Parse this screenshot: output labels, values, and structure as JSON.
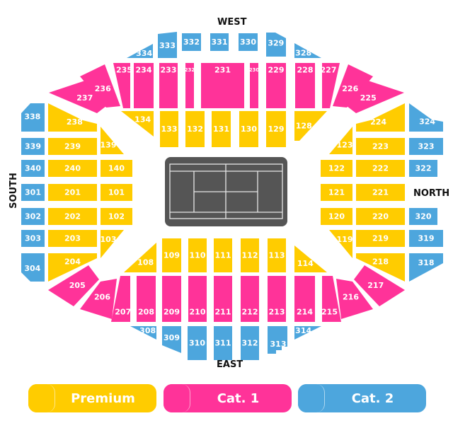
{
  "directions": {
    "west": "WEST",
    "south": "SOUTH",
    "north": "NORTH",
    "east": "EAST"
  },
  "tiers": {
    "premium": {
      "label": "Premium",
      "color": "#FFCC00"
    },
    "cat1": {
      "label": "Cat. 1",
      "color": "#FF3399"
    },
    "cat2": {
      "label": "Cat. 2",
      "color": "#4DA6DD"
    }
  },
  "court_color": "#555555",
  "sections": [
    {
      "id": "334",
      "tier": "cat2"
    },
    {
      "id": "333",
      "tier": "cat2"
    },
    {
      "id": "332",
      "tier": "cat2"
    },
    {
      "id": "331",
      "tier": "cat2"
    },
    {
      "id": "330",
      "tier": "cat2"
    },
    {
      "id": "329",
      "tier": "cat2"
    },
    {
      "id": "328",
      "tier": "cat2"
    },
    {
      "id": "235",
      "tier": "cat1"
    },
    {
      "id": "234",
      "tier": "cat1"
    },
    {
      "id": "233",
      "tier": "cat1"
    },
    {
      "id": "232",
      "tier": "cat1"
    },
    {
      "id": "231",
      "tier": "cat1"
    },
    {
      "id": "230",
      "tier": "cat1"
    },
    {
      "id": "229",
      "tier": "cat1"
    },
    {
      "id": "228",
      "tier": "cat1"
    },
    {
      "id": "227",
      "tier": "cat1"
    },
    {
      "id": "237",
      "tier": "cat1"
    },
    {
      "id": "236",
      "tier": "cat1"
    },
    {
      "id": "226",
      "tier": "cat1"
    },
    {
      "id": "225",
      "tier": "cat1"
    },
    {
      "id": "134",
      "tier": "premium"
    },
    {
      "id": "133",
      "tier": "premium"
    },
    {
      "id": "132",
      "tier": "premium"
    },
    {
      "id": "131",
      "tier": "premium"
    },
    {
      "id": "130",
      "tier": "premium"
    },
    {
      "id": "129",
      "tier": "premium"
    },
    {
      "id": "128",
      "tier": "premium"
    },
    {
      "id": "338",
      "tier": "cat2"
    },
    {
      "id": "339",
      "tier": "cat2"
    },
    {
      "id": "340",
      "tier": "cat2"
    },
    {
      "id": "301",
      "tier": "cat2"
    },
    {
      "id": "302",
      "tier": "cat2"
    },
    {
      "id": "303",
      "tier": "cat2"
    },
    {
      "id": "304",
      "tier": "cat2"
    },
    {
      "id": "238",
      "tier": "premium"
    },
    {
      "id": "239",
      "tier": "premium"
    },
    {
      "id": "240",
      "tier": "premium"
    },
    {
      "id": "201",
      "tier": "premium"
    },
    {
      "id": "202",
      "tier": "premium"
    },
    {
      "id": "203",
      "tier": "premium"
    },
    {
      "id": "204",
      "tier": "premium"
    },
    {
      "id": "139",
      "tier": "premium"
    },
    {
      "id": "140",
      "tier": "premium"
    },
    {
      "id": "101",
      "tier": "premium"
    },
    {
      "id": "102",
      "tier": "premium"
    },
    {
      "id": "103",
      "tier": "premium"
    },
    {
      "id": "123",
      "tier": "premium"
    },
    {
      "id": "122",
      "tier": "premium"
    },
    {
      "id": "121",
      "tier": "premium"
    },
    {
      "id": "120",
      "tier": "premium"
    },
    {
      "id": "119",
      "tier": "premium"
    },
    {
      "id": "224",
      "tier": "premium"
    },
    {
      "id": "223",
      "tier": "premium"
    },
    {
      "id": "222",
      "tier": "premium"
    },
    {
      "id": "221",
      "tier": "premium"
    },
    {
      "id": "220",
      "tier": "premium"
    },
    {
      "id": "219",
      "tier": "premium"
    },
    {
      "id": "218",
      "tier": "premium"
    },
    {
      "id": "324",
      "tier": "cat2"
    },
    {
      "id": "323",
      "tier": "cat2"
    },
    {
      "id": "322",
      "tier": "cat2"
    },
    {
      "id": "320",
      "tier": "cat2"
    },
    {
      "id": "319",
      "tier": "cat2"
    },
    {
      "id": "318",
      "tier": "cat2"
    },
    {
      "id": "108",
      "tier": "premium"
    },
    {
      "id": "109",
      "tier": "premium"
    },
    {
      "id": "110",
      "tier": "premium"
    },
    {
      "id": "111",
      "tier": "premium"
    },
    {
      "id": "112",
      "tier": "premium"
    },
    {
      "id": "113",
      "tier": "premium"
    },
    {
      "id": "114",
      "tier": "premium"
    },
    {
      "id": "205",
      "tier": "cat1"
    },
    {
      "id": "206",
      "tier": "cat1"
    },
    {
      "id": "216",
      "tier": "cat1"
    },
    {
      "id": "217",
      "tier": "cat1"
    },
    {
      "id": "207",
      "tier": "cat1"
    },
    {
      "id": "208",
      "tier": "cat1"
    },
    {
      "id": "209",
      "tier": "cat1"
    },
    {
      "id": "210",
      "tier": "cat1"
    },
    {
      "id": "211",
      "tier": "cat1"
    },
    {
      "id": "212",
      "tier": "cat1"
    },
    {
      "id": "213",
      "tier": "cat1"
    },
    {
      "id": "214",
      "tier": "cat1"
    },
    {
      "id": "215",
      "tier": "cat1"
    },
    {
      "id": "308",
      "tier": "cat2"
    },
    {
      "id": "309",
      "tier": "cat2"
    },
    {
      "id": "310",
      "tier": "cat2"
    },
    {
      "id": "311",
      "tier": "cat2"
    },
    {
      "id": "312",
      "tier": "cat2"
    },
    {
      "id": "313",
      "tier": "cat2"
    },
    {
      "id": "314",
      "tier": "cat2"
    }
  ],
  "legend": [
    {
      "tier": "premium",
      "label": "Premium"
    },
    {
      "tier": "cat1",
      "label": "Cat. 1"
    },
    {
      "tier": "cat2",
      "label": "Cat. 2"
    }
  ]
}
